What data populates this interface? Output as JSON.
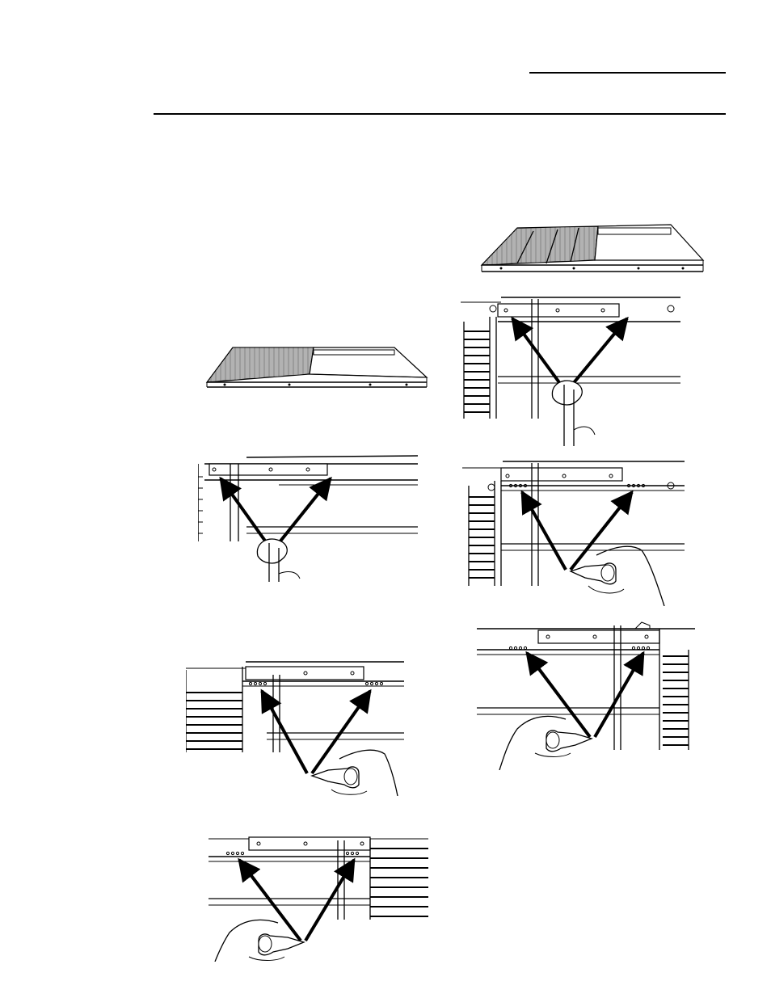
{
  "page": {
    "header_rules": [
      "short-top-rule",
      "full-width-rule"
    ],
    "figures": [
      {
        "id": "fig-left-1",
        "depicts": "pull-out-drawer-left"
      },
      {
        "id": "fig-left-2",
        "depicts": "wipe-rail-left"
      },
      {
        "id": "fig-left-3",
        "depicts": "lubricate-rail-left"
      },
      {
        "id": "fig-left-4",
        "depicts": "lubricate-rail-left-2"
      },
      {
        "id": "fig-right-1",
        "depicts": "pull-out-drawer-right"
      },
      {
        "id": "fig-right-2",
        "depicts": "wipe-rail-right"
      },
      {
        "id": "fig-right-3",
        "depicts": "lubricate-rail-right"
      },
      {
        "id": "fig-right-4",
        "depicts": "lubricate-rail-right-2"
      }
    ]
  }
}
